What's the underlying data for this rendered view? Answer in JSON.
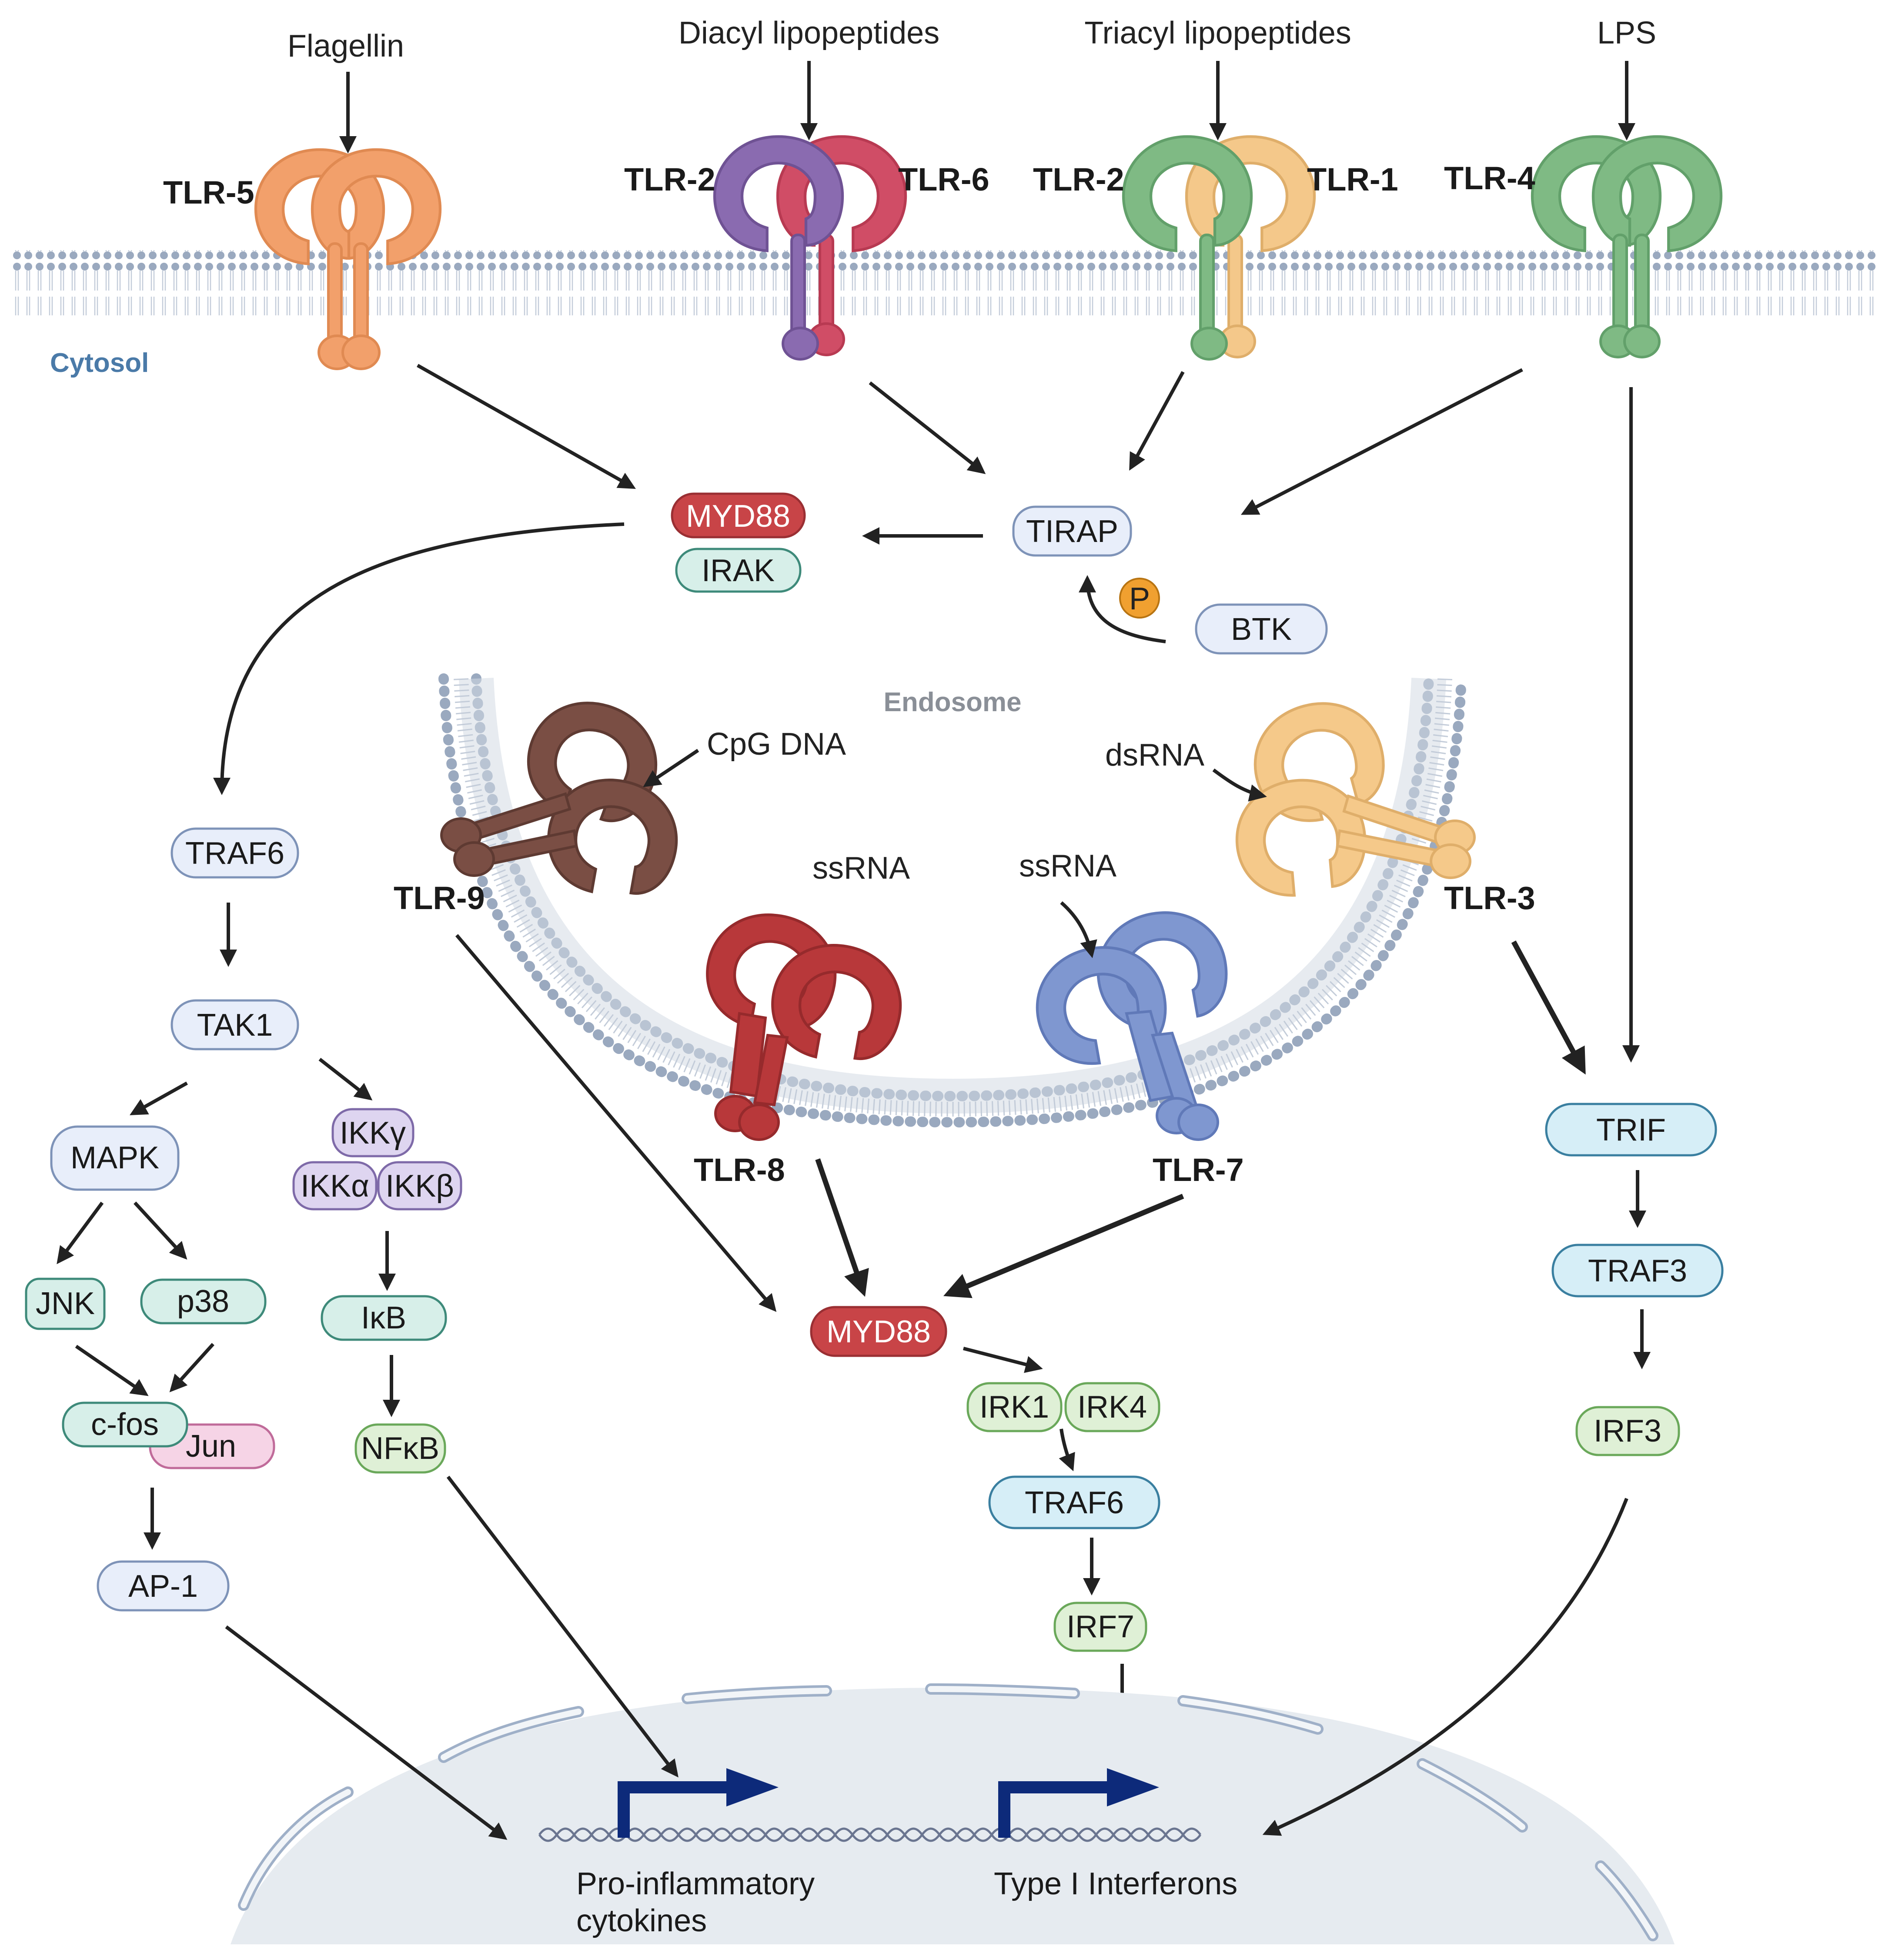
{
  "ligands": {
    "flagellin": "Flagellin",
    "diacyl": "Diacyl lipopeptides",
    "triacyl": "Triacyl lipopeptides",
    "lps": "LPS",
    "cpg": "CpG DNA",
    "dsrna": "dsRNA",
    "ssrna_left": "ssRNA",
    "ssrna_right": "ssRNA"
  },
  "receptors": {
    "tlr5": "TLR-5",
    "tlr2a": "TLR-2",
    "tlr6": "TLR-6",
    "tlr2b": "TLR-2",
    "tlr1": "TLR-1",
    "tlr4": "TLR-4",
    "tlr9": "TLR-9",
    "tlr3": "TLR-3",
    "tlr8": "TLR-8",
    "tlr7": "TLR-7"
  },
  "compartments": {
    "cytosol": "Cytosol",
    "endosome": "Endosome"
  },
  "nodes": {
    "myd88_top": "MYD88",
    "irak": "IRAK",
    "tirap": "TIRAP",
    "phospho": "P",
    "btk": "BTK",
    "traf6_left": "TRAF6",
    "tak1": "TAK1",
    "mapk": "MAPK",
    "ikkg": "IKKγ",
    "ikka": "IKKα",
    "ikkb": "IKKβ",
    "jnk": "JNK",
    "p38": "p38",
    "ikb": "IκB",
    "cfos": "c-fos",
    "jun": "Jun",
    "nfkb": "NFκB",
    "ap1": "AP-1",
    "myd88_mid": "MYD88",
    "irk1": "IRK1",
    "irk4": "IRK4",
    "traf6_mid": "TRAF6",
    "irf7": "IRF7",
    "trif": "TRIF",
    "traf3": "TRAF3",
    "irf3": "IRF3"
  },
  "outputs": {
    "proinflammatory_line1": "Pro-inflammatory",
    "proinflammatory_line2": "cytokines",
    "interferons": "Type I Interferons"
  },
  "colors": {
    "tlr5": "#f2a06b",
    "tlr2_purple": "#8a6bb0",
    "tlr6": "#d04d66",
    "tlr_green": "#7fba84",
    "tlr1": "#f4c88a",
    "tlr9": "#7a4e44",
    "tlr8": "#b8383a",
    "tlr7": "#7f97d0",
    "tlr3": "#f5c98a",
    "membrane": "#aab6c8",
    "nucleus": "#e6ebf0",
    "myd88": "#c84447",
    "blue_box": "#e8eefa",
    "teal_box": "#d7efe9",
    "cyan_box": "#d6eef7",
    "purple_box": "#ded5f0",
    "green_box": "#dff0d6",
    "pink_box": "#f6d4e6",
    "promoter_arrow": "#0d2a7a"
  }
}
